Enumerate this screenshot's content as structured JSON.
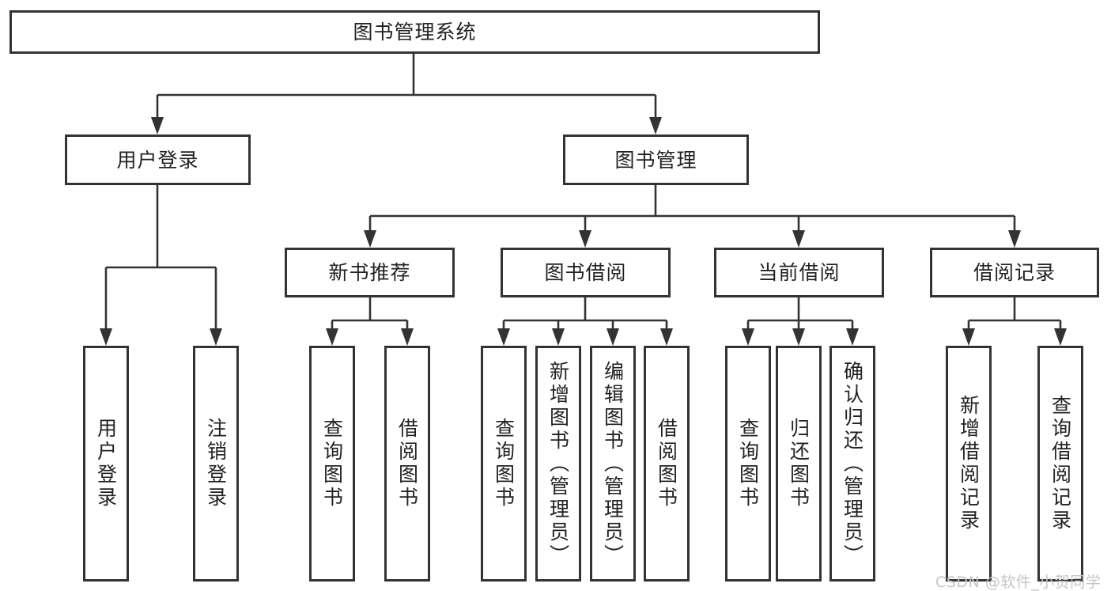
{
  "diagram": {
    "root": {
      "label": "图书管理系统"
    },
    "level2": [
      {
        "label": "用户登录"
      },
      {
        "label": "图书管理"
      }
    ],
    "level3": [
      {
        "label": "新书推荐",
        "parent": "图书管理"
      },
      {
        "label": "图书借阅",
        "parent": "图书管理"
      },
      {
        "label": "当前借阅",
        "parent": "图书管理"
      },
      {
        "label": "借阅记录",
        "parent": "图书管理"
      }
    ],
    "leaves": [
      {
        "label": "用户登录",
        "parent": "用户登录"
      },
      {
        "label": "注销登录",
        "parent": "用户登录"
      },
      {
        "label": "查询图书",
        "parent": "新书推荐"
      },
      {
        "label": "借阅图书",
        "parent": "新书推荐"
      },
      {
        "label": "查询图书",
        "parent": "图书借阅"
      },
      {
        "label": "新增图书（管理员）",
        "parent": "图书借阅"
      },
      {
        "label": "编辑图书（管理员）",
        "parent": "图书借阅"
      },
      {
        "label": "借阅图书",
        "parent": "图书借阅"
      },
      {
        "label": "查询图书",
        "parent": "当前借阅"
      },
      {
        "label": "归还图书",
        "parent": "当前借阅"
      },
      {
        "label": "确认归还（管理员）",
        "parent": "当前借阅"
      },
      {
        "label": "新增借阅记录",
        "parent": "借阅记录"
      },
      {
        "label": "查询借阅记录",
        "parent": "借阅记录"
      }
    ],
    "watermark": "CSDN @软件_小贺同学",
    "colors": {
      "line": "#333333",
      "text": "#222222",
      "background": "#ffffff",
      "watermark_text": "#c5c5c9"
    }
  }
}
